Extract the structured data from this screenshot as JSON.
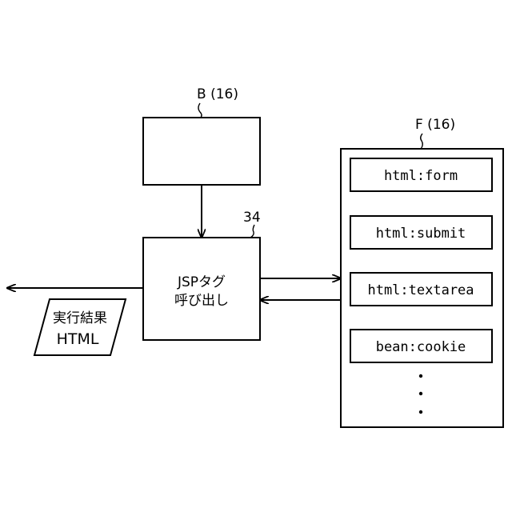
{
  "labels": {
    "b_label": "B (16)",
    "f_label": "F (16)",
    "ref_34": "34"
  },
  "jsp_box": {
    "line1": "JSPタグ",
    "line2": "呼び出し"
  },
  "output": {
    "line1": "実行結果",
    "line2": "HTML"
  },
  "f_items": [
    "html:form",
    "html:submit",
    "html:textarea",
    "bean:cookie"
  ],
  "ellipsis": "⋮"
}
